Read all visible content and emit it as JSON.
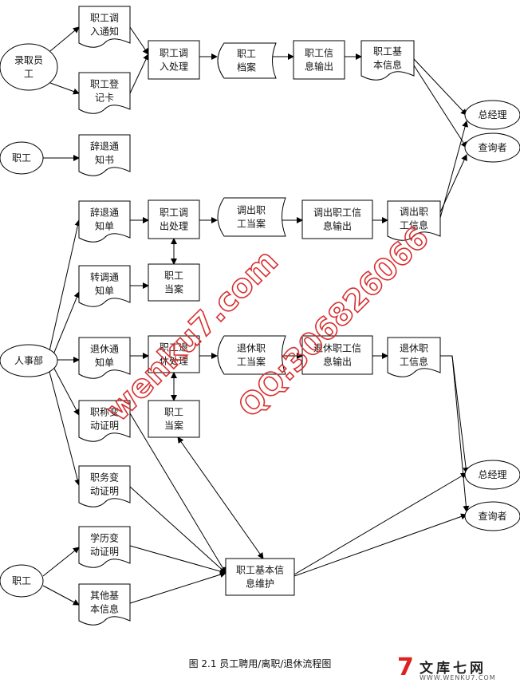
{
  "nodes": [
    {
      "id": "hire_staff",
      "shape": "ellipse",
      "lines": [
        "录取员",
        "工"
      ]
    },
    {
      "id": "notice_in",
      "shape": "doc",
      "lines": [
        "职工调",
        "入通知"
      ]
    },
    {
      "id": "reg_card",
      "shape": "doc",
      "lines": [
        "职工登",
        "记卡"
      ]
    },
    {
      "id": "proc_in",
      "shape": "rect",
      "lines": [
        "职工调",
        "入处理"
      ]
    },
    {
      "id": "file1",
      "shape": "store",
      "lines": [
        "职工",
        "档案"
      ]
    },
    {
      "id": "info_out1",
      "shape": "rect",
      "lines": [
        "职工信",
        "息输出"
      ]
    },
    {
      "id": "basic_info",
      "shape": "doc",
      "lines": [
        "职工基",
        "本信息"
      ]
    },
    {
      "id": "gm1",
      "shape": "ellipse",
      "lines": [
        "总经理"
      ]
    },
    {
      "id": "q1",
      "shape": "ellipse",
      "lines": [
        "查询者"
      ]
    },
    {
      "id": "staff1",
      "shape": "ellipse",
      "lines": [
        "职工"
      ]
    },
    {
      "id": "dismiss_notice",
      "shape": "doc",
      "lines": [
        "辞退通",
        "知书"
      ]
    },
    {
      "id": "dismiss_form",
      "shape": "doc",
      "lines": [
        "辞退通",
        "知单"
      ]
    },
    {
      "id": "proc_out",
      "shape": "rect",
      "lines": [
        "职工调",
        "出处理"
      ]
    },
    {
      "id": "out_file",
      "shape": "store",
      "lines": [
        "调出职",
        "工当案"
      ]
    },
    {
      "id": "out_info_out",
      "shape": "rect",
      "lines": [
        "调出职工信",
        "息输出"
      ]
    },
    {
      "id": "out_info",
      "shape": "doc",
      "lines": [
        "调出职",
        "工信息"
      ]
    },
    {
      "id": "transfer_form",
      "shape": "doc",
      "lines": [
        "转调通",
        "知单"
      ]
    },
    {
      "id": "file2",
      "shape": "rect",
      "lines": [
        "职工",
        "当案"
      ]
    },
    {
      "id": "hr",
      "shape": "ellipse",
      "lines": [
        "人事部"
      ]
    },
    {
      "id": "retire_form",
      "shape": "doc",
      "lines": [
        "退休通",
        "知单"
      ]
    },
    {
      "id": "proc_retire",
      "shape": "rect",
      "lines": [
        "职工退",
        "休处理"
      ]
    },
    {
      "id": "retire_file",
      "shape": "store",
      "lines": [
        "退休职",
        "工当案"
      ]
    },
    {
      "id": "retire_info_out",
      "shape": "rect",
      "lines": [
        "退休职工信",
        "息输出"
      ]
    },
    {
      "id": "retire_info",
      "shape": "doc",
      "lines": [
        "退休职",
        "工信息"
      ]
    },
    {
      "id": "title_change",
      "shape": "doc",
      "lines": [
        "职称变",
        "动证明"
      ]
    },
    {
      "id": "file3",
      "shape": "rect",
      "lines": [
        "职工",
        "当案"
      ]
    },
    {
      "id": "post_change",
      "shape": "doc",
      "lines": [
        "职务变",
        "动证明"
      ]
    },
    {
      "id": "gm2",
      "shape": "ellipse",
      "lines": [
        "总经理"
      ]
    },
    {
      "id": "q2",
      "shape": "ellipse",
      "lines": [
        "查询者"
      ]
    },
    {
      "id": "edu_change",
      "shape": "doc",
      "lines": [
        "学历变",
        "动证明"
      ]
    },
    {
      "id": "staff2",
      "shape": "ellipse",
      "lines": [
        "职工"
      ]
    },
    {
      "id": "other_info",
      "shape": "doc",
      "lines": [
        "其他基",
        "本信息"
      ]
    },
    {
      "id": "maint",
      "shape": "rect",
      "lines": [
        "职工基本信",
        "息维护"
      ]
    }
  ],
  "edges": [
    {
      "from": "hire_staff",
      "to": "notice_in"
    },
    {
      "from": "hire_staff",
      "to": "reg_card"
    },
    {
      "from": "notice_in",
      "to": "proc_in"
    },
    {
      "from": "reg_card",
      "to": "proc_in"
    },
    {
      "from": "proc_in",
      "to": "file1"
    },
    {
      "from": "file1",
      "to": "info_out1"
    },
    {
      "from": "info_out1",
      "to": "basic_info"
    },
    {
      "from": "basic_info",
      "to": "gm1"
    },
    {
      "from": "basic_info",
      "to": "q1"
    },
    {
      "from": "staff1",
      "to": "dismiss_notice"
    },
    {
      "from": "hr",
      "to": "dismiss_form"
    },
    {
      "from": "hr",
      "to": "transfer_form"
    },
    {
      "from": "hr",
      "to": "retire_form"
    },
    {
      "from": "hr",
      "to": "title_change"
    },
    {
      "from": "hr",
      "to": "post_change"
    },
    {
      "from": "dismiss_form",
      "to": "proc_out"
    },
    {
      "from": "proc_out",
      "to": "out_file"
    },
    {
      "from": "out_file",
      "to": "out_info_out"
    },
    {
      "from": "out_info_out",
      "to": "out_info"
    },
    {
      "from": "out_info",
      "to": "gm1"
    },
    {
      "from": "out_info",
      "to": "q1"
    },
    {
      "from": "proc_out",
      "to": "file2",
      "bidir": true
    },
    {
      "from": "transfer_form",
      "to": "file2"
    },
    {
      "from": "retire_form",
      "to": "proc_retire"
    },
    {
      "from": "proc_retire",
      "to": "retire_file"
    },
    {
      "from": "retire_file",
      "to": "retire_info_out"
    },
    {
      "from": "retire_info_out",
      "to": "retire_info"
    },
    {
      "from": "retire_info",
      "to": "gm2"
    },
    {
      "from": "retire_info",
      "to": "q2"
    },
    {
      "from": "proc_retire",
      "to": "file3",
      "bidir": true
    },
    {
      "from": "title_change",
      "to": "maint"
    },
    {
      "from": "post_change",
      "to": "maint"
    },
    {
      "from": "edu_change",
      "to": "maint"
    },
    {
      "from": "other_info",
      "to": "maint"
    },
    {
      "from": "staff2",
      "to": "edu_change"
    },
    {
      "from": "staff2",
      "to": "other_info"
    },
    {
      "from": "file3",
      "to": "maint",
      "bidir": true
    },
    {
      "from": "maint",
      "to": "gm2"
    },
    {
      "from": "maint",
      "to": "q2"
    }
  ],
  "caption": "图 2.1  员工聘用/离职/退休流程图",
  "watermark": {
    "site": "wenku7.com",
    "qq": "QQ:306826066"
  },
  "logo": {
    "mark": "7",
    "text": "文库七网",
    "url": "WWW.WENKU7.COM"
  }
}
